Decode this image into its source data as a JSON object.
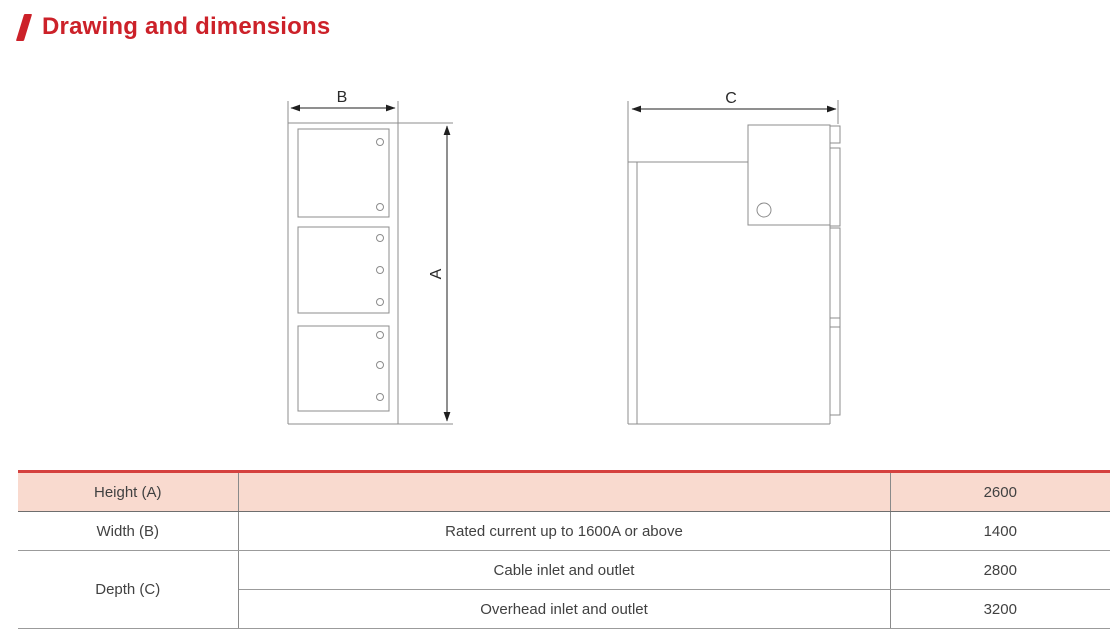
{
  "page": {
    "title": "Drawing and dimensions"
  },
  "drawings": {
    "front_view": {
      "width_label": "B",
      "height_label": "A"
    },
    "side_view": {
      "depth_label": "C"
    }
  },
  "table": {
    "rows": [
      {
        "label": "Height (A)",
        "condition": "",
        "value": "2600"
      },
      {
        "label": "Width (B)",
        "condition": "Rated current up to 1600A or above",
        "value": "1400"
      },
      {
        "label": "Depth (C)",
        "condition": "Cable inlet and outlet",
        "value": "2800"
      },
      {
        "condition": "Overhead inlet and outlet",
        "value": "3200"
      }
    ]
  },
  "colors": {
    "accent_red": "#cc2129",
    "table_top_border": "#d5413f",
    "row_highlight": "#f9dacf",
    "line_gray": "#8c8c8c",
    "dim_black": "#1f1f1f",
    "text_dark": "#414141"
  }
}
